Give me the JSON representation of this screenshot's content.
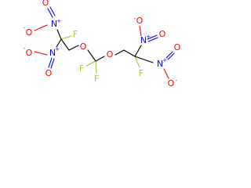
{
  "molecule": {
    "atoms": {
      "n_top_left": "N",
      "n_top_left_charge": "+",
      "o_top_left_1": "O",
      "o_top_left_1_charge": "-",
      "o_top_left_2": "O",
      "f_top_left": "F",
      "n_mid_left": "N",
      "n_mid_left_charge": "+",
      "o_mid_left_1": "O",
      "o_mid_left_1_charge": "-",
      "o_mid_left_2": "O",
      "o_ether_left": "O",
      "f_center_left": "F",
      "f_center_right": "F",
      "o_ether_right": "O",
      "n_top_right": "N",
      "n_top_right_charge": "+",
      "o_top_right_1": "O",
      "o_top_right_1_charge": "-",
      "o_top_right_2": "O",
      "n_mid_right": "N",
      "n_mid_right_charge": "+",
      "o_mid_right_1": "O",
      "o_mid_right_2": "O",
      "o_mid_right_2_charge": "-",
      "f_right": "F"
    },
    "colors": {
      "nitrogen": "#0000ff",
      "oxygen": "#ff0000",
      "fluorine": "#9acd32",
      "carbon_bond": "#000000"
    }
  }
}
